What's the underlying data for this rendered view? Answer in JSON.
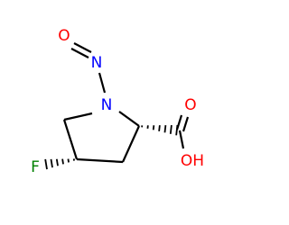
{
  "molecule": {
    "atoms": {
      "nitroso_oxygen": "O",
      "nitroso_nitrogen": "N",
      "ring_nitrogen": "N",
      "carbonyl_oxygen": "O",
      "hydroxyl_group": "OH",
      "fluorine": "F"
    },
    "colors": {
      "bond": "#000000",
      "oxygen": "#ff0000",
      "nitrogen": "#0000ff",
      "fluorine": "#008000"
    }
  }
}
